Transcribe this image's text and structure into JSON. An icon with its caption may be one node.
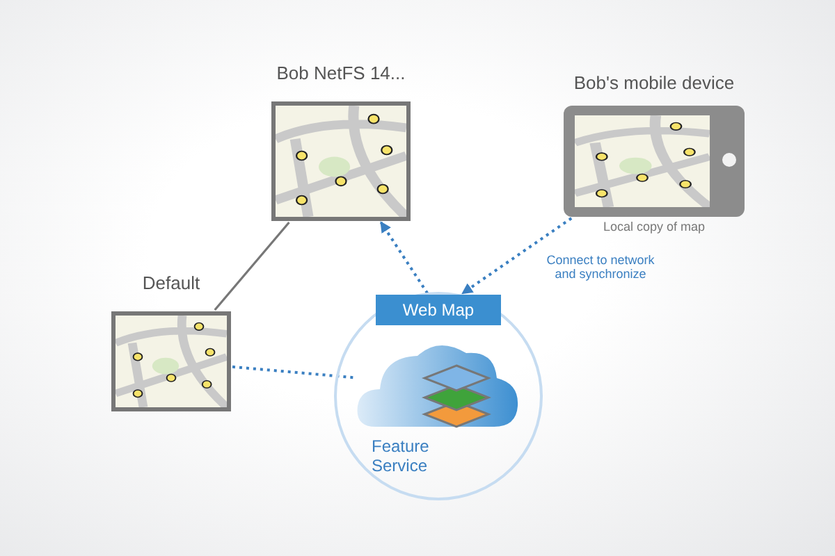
{
  "diagram": {
    "nodes": [
      {
        "text": [
          "Bob NetFS 14..."
        ]
      },
      {
        "text": [
          "Bob's mobile device"
        ]
      },
      {
        "text": [
          "Default"
        ]
      },
      {
        "text": [],
        "shape": "circle"
      },
      {
        "text": [
          "Web Map"
        ],
        "in": 3
      },
      {
        "text": [
          "Feature Service"
        ],
        "in": 3
      }
    ],
    "edges": [
      {
        "from": 2,
        "to": 0,
        "arrow": "none",
        "color": "#777777"
      },
      {
        "from": 4,
        "to": 0,
        "arrow": "to",
        "style": "dashed"
      },
      {
        "from": 1,
        "to": 4,
        "arrow": "to",
        "style": "dashed",
        "label": "Connect to network and synchronize"
      },
      {
        "from": 2,
        "to": 5,
        "arrow": "none",
        "style": "dashed"
      }
    ],
    "labels": [
      "Local copy of map"
    ]
  }
}
